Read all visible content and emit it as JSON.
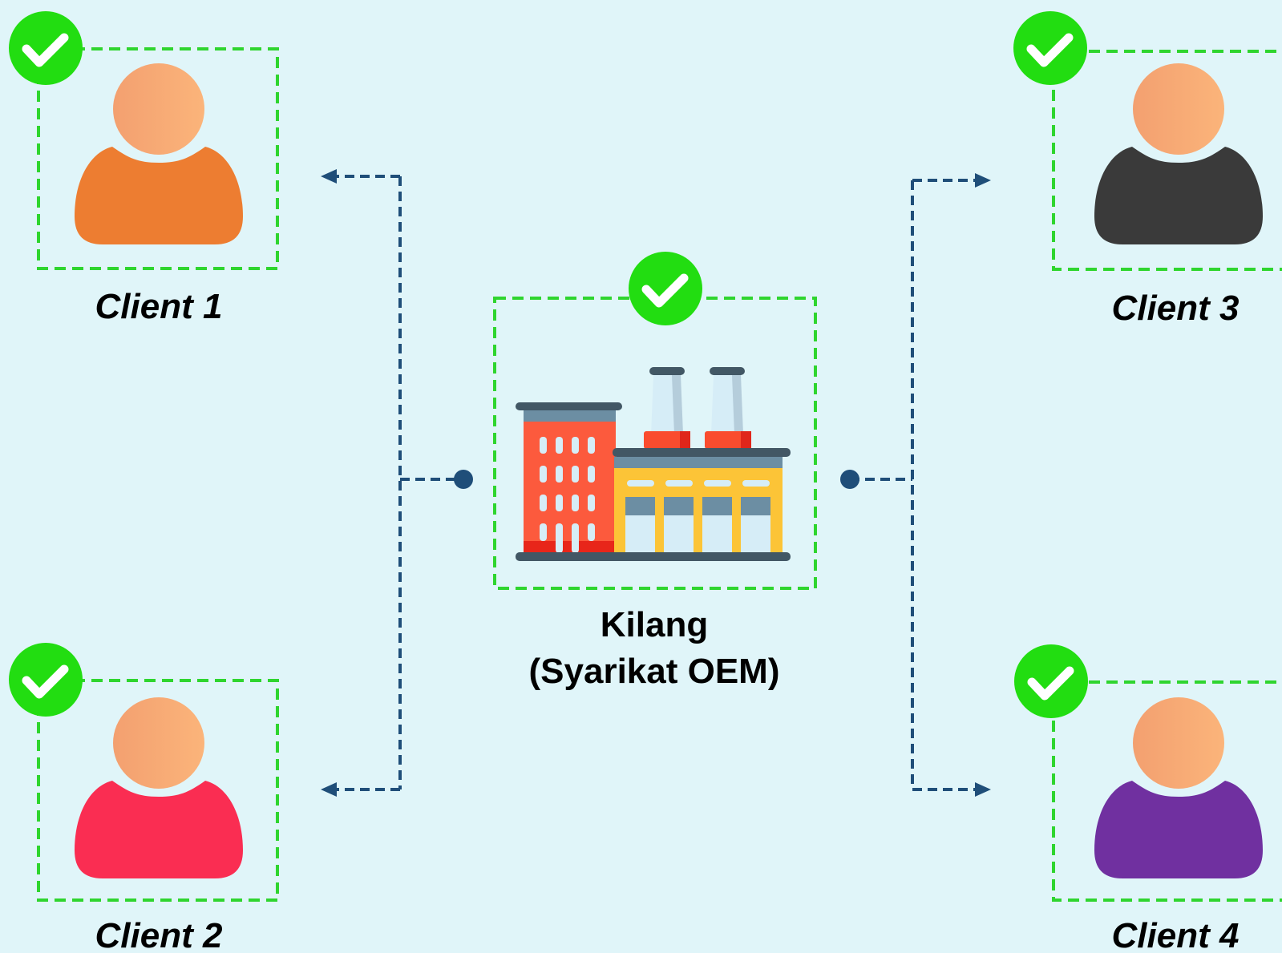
{
  "colors": {
    "background": "#e0f5f9",
    "frame": "#2fd52f",
    "check_badge": "#22dd11",
    "connector": "#1f4e79",
    "head": "#f7a96f",
    "client_1_body": "#ed7d31",
    "client_2_body": "#fa2d52",
    "client_3_body": "#3a3a3a",
    "client_4_body": "#7030a0"
  },
  "factory": {
    "icon": "factory-icon",
    "label_line1": "Kilang",
    "label_line2": "(Syarikat OEM)",
    "verified": true
  },
  "clients": [
    {
      "label": "Client 1",
      "icon": "user-icon",
      "verified": true
    },
    {
      "label": "Client 2",
      "icon": "user-icon",
      "verified": true
    },
    {
      "label": "Client 3",
      "icon": "user-icon",
      "verified": true
    },
    {
      "label": "Client 4",
      "icon": "user-icon",
      "verified": true
    }
  ],
  "badge_icon": "check-circle-icon"
}
